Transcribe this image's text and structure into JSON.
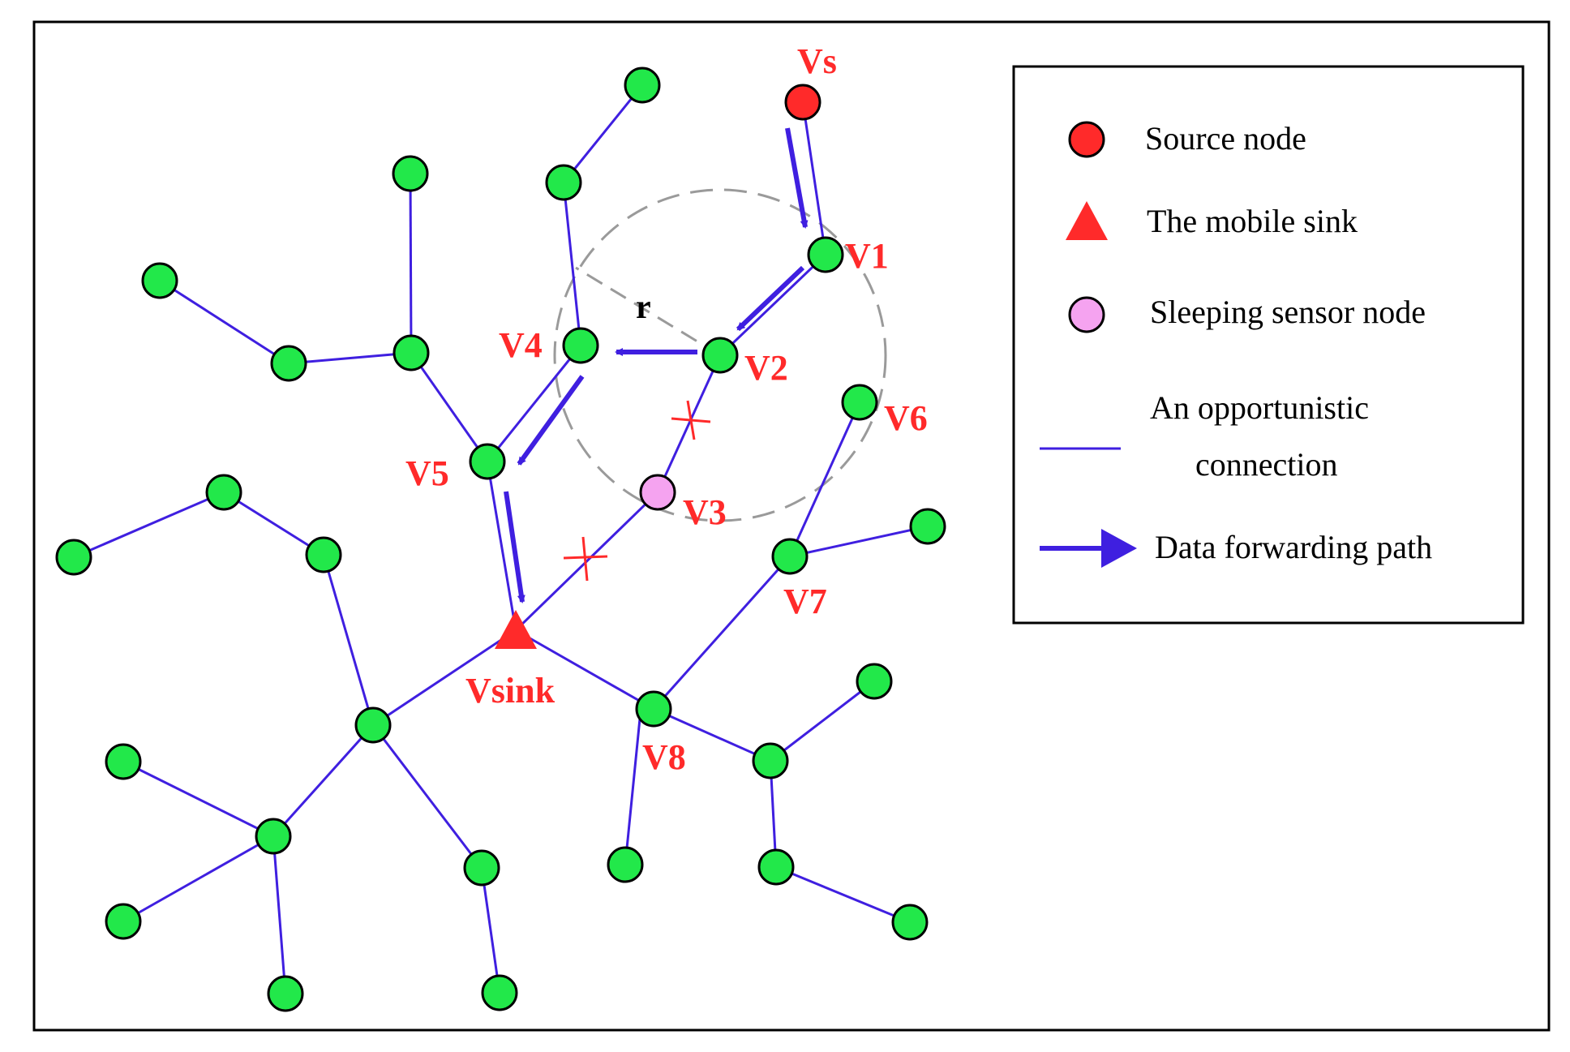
{
  "colors": {
    "edge": "#3f1fe0",
    "sensor_fill": "#22e84a",
    "source_fill": "#ff2a2a",
    "sink_fill": "#ff2a2a",
    "sleeping_fill": "#f5a3f0",
    "label": "#ff2a2a",
    "range_circle": "#9a9a9a"
  },
  "labels": {
    "vs": "Vs",
    "v1": "V1",
    "v2": "V2",
    "v3": "V3",
    "v4": "V4",
    "v5": "V5",
    "v6": "V6",
    "v7": "V7",
    "v8": "V8",
    "vsink": "Vsink",
    "radius": "r"
  },
  "legend": {
    "source_node": "Source node",
    "mobile_sink": "The mobile sink",
    "sleeping_node": "Sleeping sensor node",
    "connection_line1": "An opportunistic",
    "connection_line2": "connection",
    "forwarding_path": "Data forwarding path"
  }
}
